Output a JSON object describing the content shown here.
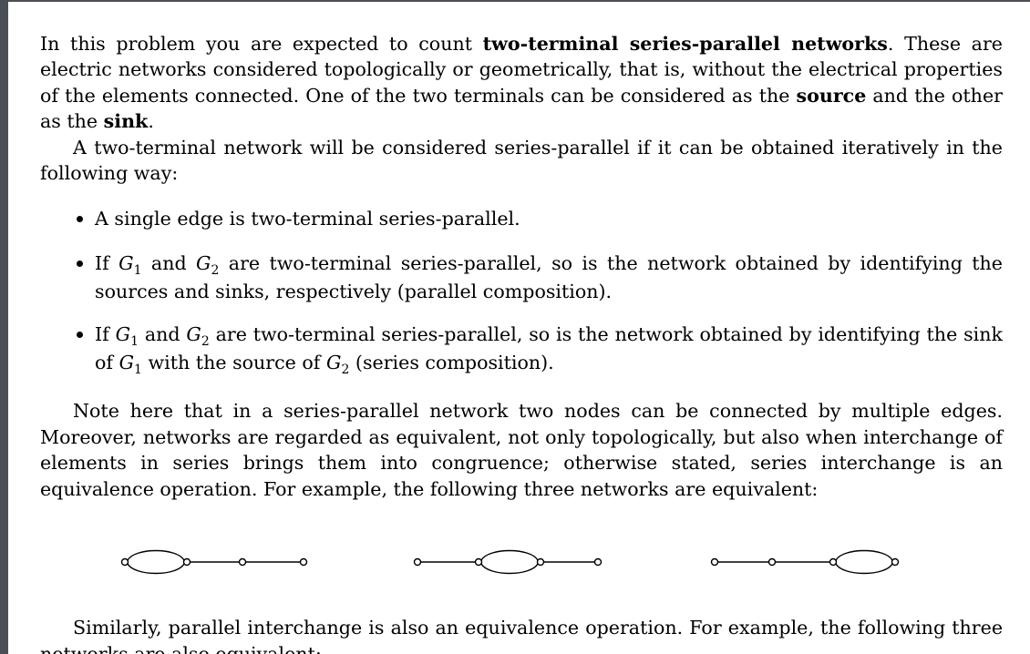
{
  "doc": {
    "p1": {
      "t1": "In this problem you are expected to count ",
      "b1": "two-terminal series-parallel networks",
      "t2": ". These are electric networks considered topologically or geometrically, that is, without the electrical properties of the elements connected. One of the two terminals can be considered as the ",
      "b2": "source",
      "t3": " and the other as the ",
      "b3": "sink",
      "t4": "."
    },
    "p2": "A two-terminal network will be considered series-parallel if it can be obtained iteratively in the following way:",
    "bullets": {
      "b1": "A single edge is two-terminal series-parallel.",
      "b2": {
        "pre": "If ",
        "g1": "G",
        "g1_sub": "1",
        "and": " and ",
        "g2": "G",
        "g2_sub": "2",
        "post": " are two-terminal series-parallel, so is the network obtained by identifying the sources and sinks, respectively (parallel composition)."
      },
      "b3": {
        "pre": "If ",
        "g1": "G",
        "g1_sub": "1",
        "and": " and ",
        "g2": "G",
        "g2_sub": "2",
        "mid": " are two-terminal series-parallel, so is the network obtained by identifying the sink of ",
        "g3": "G",
        "g3_sub": "1",
        "with": " with the source of ",
        "g4": "G",
        "g4_sub": "2",
        "post": " (series composition)."
      }
    },
    "p3": "Note here that in a series-parallel network two nodes can be connected by multiple edges. Moreover, networks are regarded as equivalent, not only topologically, but also when interchange of elements in series brings them into congruence; otherwise stated, series interchange is an equivalence operation. For example, the following three networks are equivalent:",
    "p4": "Similarly, parallel interchange is also an equivalence operation. For example, the following three networks are also equivalent:"
  }
}
